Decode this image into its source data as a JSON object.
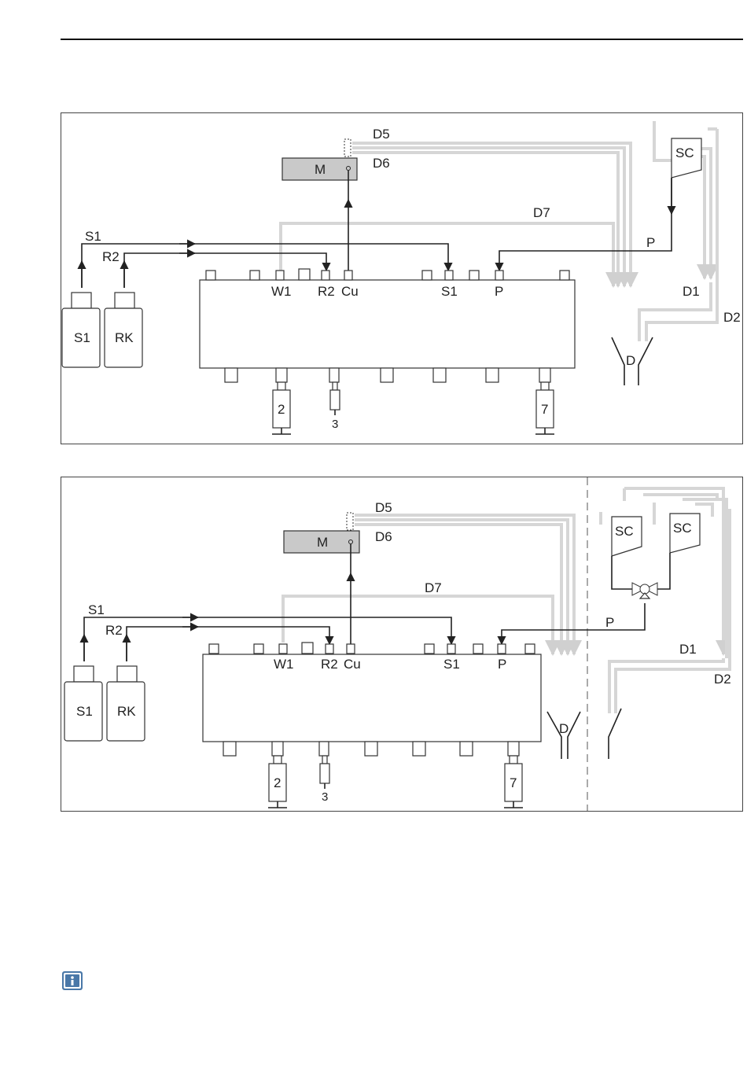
{
  "diagram1": {
    "module_label": "M",
    "drain_labels": {
      "d5": "D5",
      "d6": "D6",
      "d7": "D7",
      "d1": "D1",
      "d2": "D2",
      "d": "D"
    },
    "sc_label": "SC",
    "pump_line_label": "P",
    "line_labels": {
      "s1": "S1",
      "r2": "R2"
    },
    "bottles": {
      "s1": "S1",
      "rk": "RK"
    },
    "ports": {
      "w1": "W1",
      "r2": "R2",
      "cu": "Cu",
      "s1": "S1",
      "p": "P"
    },
    "syringes": {
      "s2": "2",
      "s3": "3",
      "s7": "7"
    }
  },
  "diagram2": {
    "module_label": "M",
    "drain_labels": {
      "d5": "D5",
      "d6": "D6",
      "d7": "D7",
      "d1": "D1",
      "d2": "D2",
      "d": "D"
    },
    "sc_labels": [
      "SC",
      "SC"
    ],
    "pump_line_label": "P",
    "line_labels": {
      "s1": "S1",
      "r2": "R2"
    },
    "bottles": {
      "s1": "S1",
      "rk": "RK"
    },
    "ports": {
      "w1": "W1",
      "r2": "R2",
      "cu": "Cu",
      "s1": "S1",
      "p": "P"
    },
    "syringes": {
      "s2": "2",
      "s3": "3",
      "s7": "7"
    }
  },
  "icons": {
    "info": "info-icon"
  }
}
